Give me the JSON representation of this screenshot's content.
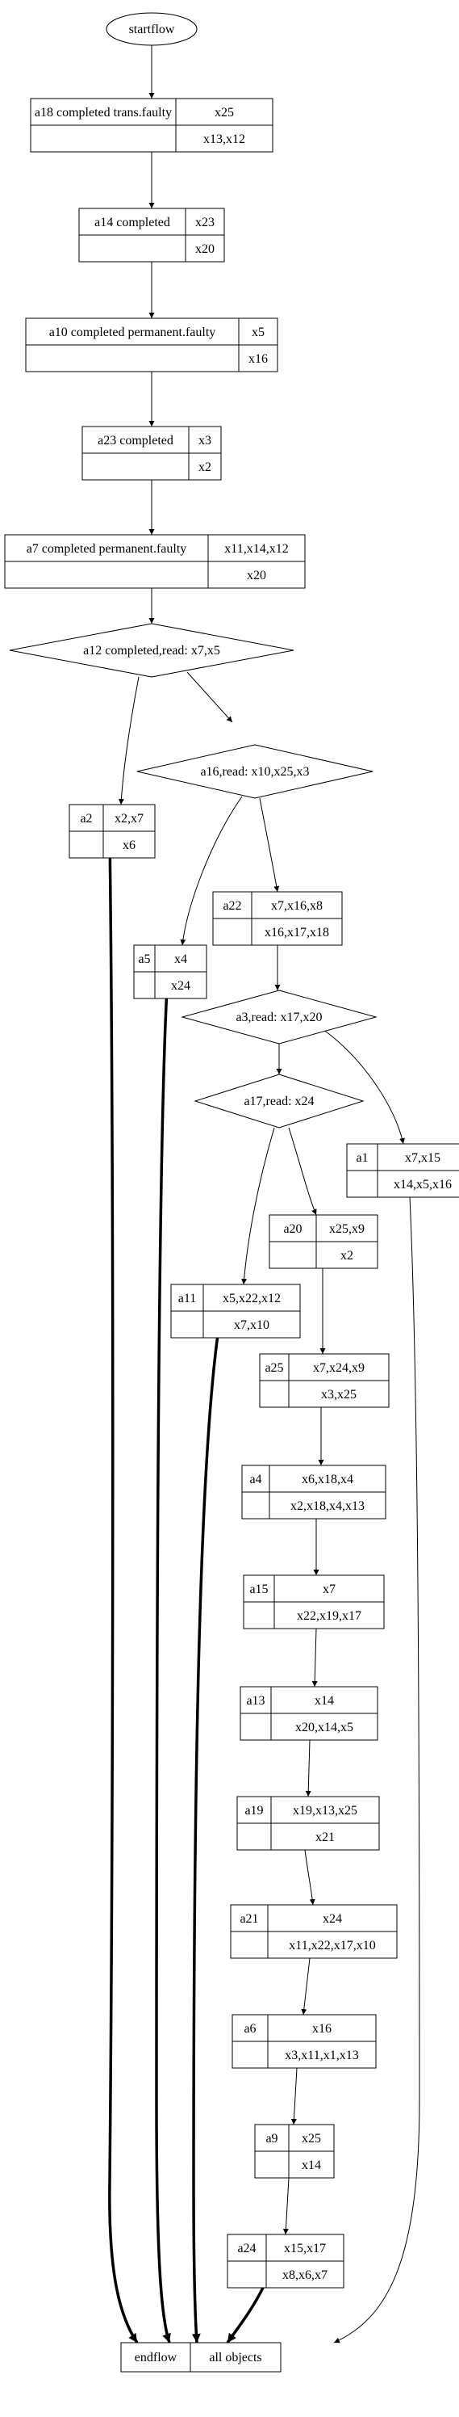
{
  "start": {
    "label": "startflow"
  },
  "nodes": {
    "a18": {
      "id": "a18 completed trans.faulty",
      "top": "x25",
      "bottom": "x13,x12"
    },
    "a14": {
      "id": "a14 completed",
      "top": "x23",
      "bottom": "x20"
    },
    "a10": {
      "id": "a10 completed permanent.faulty",
      "top": "x5",
      "bottom": "x16"
    },
    "a23": {
      "id": "a23 completed",
      "top": "x3",
      "bottom": "x2"
    },
    "a7": {
      "id": "a7 completed permanent.faulty",
      "top": "x11,x14,x12",
      "bottom": "x20"
    },
    "a2": {
      "id": "a2",
      "top": "x2,x7",
      "bottom": "x6"
    },
    "a22": {
      "id": "a22",
      "top": "x7,x16,x8",
      "bottom": "x16,x17,x18"
    },
    "a5": {
      "id": "a5",
      "top": "x4",
      "bottom": "x24"
    },
    "a1": {
      "id": "a1",
      "top": "x7,x15",
      "bottom": "x14,x5,x16"
    },
    "a20": {
      "id": "a20",
      "top": "x25,x9",
      "bottom": "x2"
    },
    "a11": {
      "id": "a11",
      "top": "x5,x22,x12",
      "bottom": "x7,x10"
    },
    "a25": {
      "id": "a25",
      "top": "x7,x24,x9",
      "bottom": "x3,x25"
    },
    "a4": {
      "id": "a4",
      "top": "x6,x18,x4",
      "bottom": "x2,x18,x4,x13"
    },
    "a15": {
      "id": "a15",
      "top": "x7",
      "bottom": "x22,x19,x17"
    },
    "a13": {
      "id": "a13",
      "top": "x14",
      "bottom": "x20,x14,x5"
    },
    "a19": {
      "id": "a19",
      "top": "x19,x13,x25",
      "bottom": "x21"
    },
    "a21": {
      "id": "a21",
      "top": "x24",
      "bottom": "x11,x22,x17,x10"
    },
    "a6": {
      "id": "a6",
      "top": "x16",
      "bottom": "x3,x11,x1,x13"
    },
    "a9": {
      "id": "a9",
      "top": "x25",
      "bottom": "x14"
    },
    "a24": {
      "id": "a24",
      "top": "x15,x17",
      "bottom": "x8,x6,x7"
    }
  },
  "decisions": {
    "a12": {
      "label": "a12 completed,read: x7,x5"
    },
    "a16": {
      "label": "a16,read: x10,x25,x3"
    },
    "a3": {
      "label": "a3,read: x17,x20"
    },
    "a17": {
      "label": "a17,read: x24"
    }
  },
  "end": {
    "left": "endflow",
    "right": "all objects"
  }
}
